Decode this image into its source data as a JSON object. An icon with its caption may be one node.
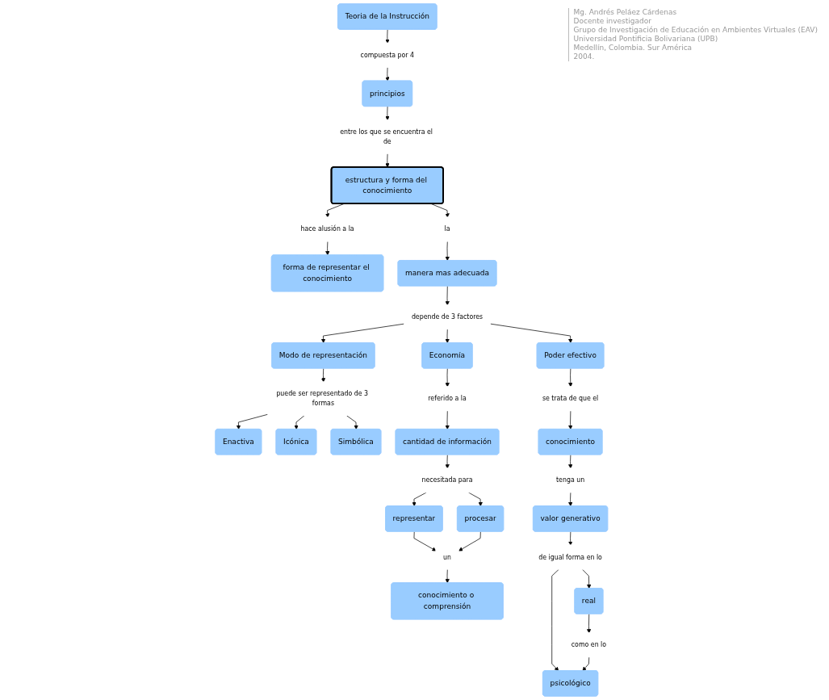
{
  "diagram": {
    "nodes": [
      {
        "text": [
          "Teoria de la Instrucción"
        ]
      },
      {
        "text": [
          "compuesta por 4"
        ]
      },
      {
        "text": [
          "principios"
        ]
      },
      {
        "text": [
          "entre los que se encuentra el de"
        ]
      },
      {
        "text": [
          "estructura y forma del conocimiento"
        ]
      },
      {
        "text": [
          "hace alusión a la"
        ]
      },
      {
        "text": [
          "forma de representar el conocimiento"
        ]
      },
      {
        "text": [
          "la"
        ]
      },
      {
        "text": [
          "manera mas adecuada"
        ]
      },
      {
        "text": [
          "depende de 3 factores"
        ]
      },
      {
        "text": [
          "Modo de representación"
        ]
      },
      {
        "text": [
          "Economía"
        ]
      },
      {
        "text": [
          "Poder efectivo"
        ]
      },
      {
        "text": [
          "puede ser representado de 3 formas"
        ]
      },
      {
        "text": [
          "Enactiva"
        ]
      },
      {
        "text": [
          "Icónica"
        ]
      },
      {
        "text": [
          "Simbólica"
        ]
      },
      {
        "text": [
          "referido a la"
        ]
      },
      {
        "text": [
          "cantidad de información"
        ]
      },
      {
        "text": [
          "necesitada para"
        ]
      },
      {
        "text": [
          "representar"
        ]
      },
      {
        "text": [
          "procesar"
        ]
      },
      {
        "text": [
          "un"
        ]
      },
      {
        "text": [
          "conocimiento o comprensión"
        ]
      },
      {
        "text": [
          "se trata de que el"
        ]
      },
      {
        "text": [
          "conocimiento"
        ]
      },
      {
        "text": [
          "tenga un"
        ]
      },
      {
        "text": [
          "valor generativo"
        ]
      },
      {
        "text": [
          "de igual forma en lo"
        ]
      },
      {
        "text": [
          "real"
        ]
      },
      {
        "text": [
          "como en lo"
        ]
      },
      {
        "text": [
          "psicológico"
        ]
      }
    ],
    "edges": [
      {
        "from": 0,
        "to": 1,
        "arrow": "to"
      },
      {
        "from": 1,
        "to": 2,
        "arrow": "to"
      },
      {
        "from": 2,
        "to": 3,
        "arrow": "to"
      },
      {
        "from": 3,
        "to": 4,
        "arrow": "to"
      },
      {
        "from": 4,
        "to": 5,
        "arrow": "to"
      },
      {
        "from": 5,
        "to": 6,
        "arrow": "to"
      },
      {
        "from": 4,
        "to": 7,
        "arrow": "to"
      },
      {
        "from": 7,
        "to": 8,
        "arrow": "to"
      },
      {
        "from": 8,
        "to": 9,
        "arrow": "to"
      },
      {
        "from": 9,
        "to": 10,
        "arrow": "to"
      },
      {
        "from": 9,
        "to": 11,
        "arrow": "to"
      },
      {
        "from": 9,
        "to": 12,
        "arrow": "to"
      },
      {
        "from": 10,
        "to": 13,
        "arrow": "to"
      },
      {
        "from": 13,
        "to": 14,
        "arrow": "to"
      },
      {
        "from": 13,
        "to": 15,
        "arrow": "to"
      },
      {
        "from": 13,
        "to": 16,
        "arrow": "to"
      },
      {
        "from": 11,
        "to": 17,
        "arrow": "to"
      },
      {
        "from": 17,
        "to": 18,
        "arrow": "to"
      },
      {
        "from": 18,
        "to": 19,
        "arrow": "to"
      },
      {
        "from": 19,
        "to": 20,
        "arrow": "to"
      },
      {
        "from": 19,
        "to": 21,
        "arrow": "to"
      },
      {
        "from": 20,
        "to": 22,
        "arrow": "to"
      },
      {
        "from": 21,
        "to": 22,
        "arrow": "to"
      },
      {
        "from": 22,
        "to": 23,
        "arrow": "to"
      },
      {
        "from": 12,
        "to": 24,
        "arrow": "to"
      },
      {
        "from": 24,
        "to": 25,
        "arrow": "to"
      },
      {
        "from": 25,
        "to": 26,
        "arrow": "to"
      },
      {
        "from": 26,
        "to": 27,
        "arrow": "to"
      },
      {
        "from": 27,
        "to": 28,
        "arrow": "to"
      },
      {
        "from": 28,
        "to": 29,
        "arrow": "to"
      },
      {
        "from": 28,
        "to": 31,
        "arrow": "to"
      },
      {
        "from": 29,
        "to": 30,
        "arrow": "to"
      },
      {
        "from": 30,
        "to": 31,
        "arrow": "to"
      }
    ],
    "labels": [
      "Mg. Andrés Peláez Cárdenas",
      "Docente investigador",
      "Grupo de Investigación de Educación en Ambientes Virtuales  (EAV)",
      "Universidad Pontificia Bolivariana (UPB)",
      "Medellín, Colombia. Sur América",
      "2004."
    ]
  }
}
